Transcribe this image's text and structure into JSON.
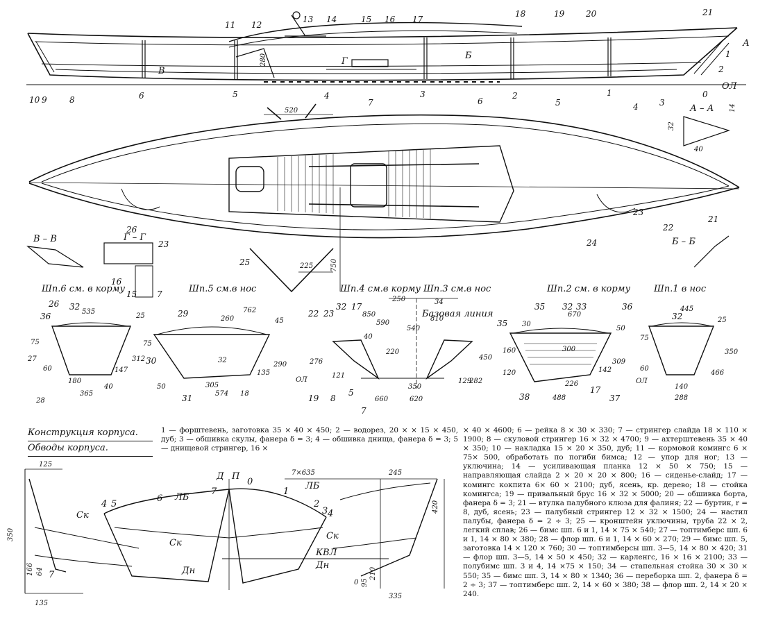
{
  "diagram": {
    "part_numbers": {
      "profile": [
        "1",
        "2",
        "3",
        "4",
        "5",
        "6",
        "7",
        "8",
        "9",
        "10",
        "11",
        "12",
        "13",
        "14",
        "15",
        "16",
        "17",
        "18",
        "19",
        "20",
        "21"
      ],
      "profile_bottom": [
        "10",
        "9",
        "8",
        "6",
        "5",
        "4",
        "7",
        "3",
        "6",
        "2",
        "1",
        "5",
        "4",
        "3",
        "0"
      ],
      "plan": [
        "26",
        "23",
        "25",
        "24",
        "23",
        "22",
        "21",
        "16",
        "15",
        "7"
      ]
    },
    "labels": {
      "sec_aa": "А – А",
      "sec_vv": "В – В",
      "sec_gg": "Г – Г",
      "sec_bb": "Б – Б",
      "ol": "ОЛ",
      "a": "А",
      "b": "Б",
      "v": "В",
      "g": "Г",
      "base_line": "Базовая линия",
      "dl": "ОЛ"
    },
    "frames": {
      "f6": "Шп.6 см. в корму",
      "f5": "Шп.5 см.в нос",
      "f43": "Шп.4 см.в корму   Шп.3 см.в нос",
      "f2": "Шп.2 см. в корму",
      "f1": "Шп.1 в нос"
    },
    "dims": {
      "d280": "280",
      "d520": "520",
      "d14": "14",
      "d32": "32",
      "d40": "40",
      "d225": "225",
      "d750": "750",
      "f6": [
        "535",
        "75",
        "60",
        "27",
        "28",
        "180",
        "365",
        "147",
        "312",
        "40",
        "26",
        "36",
        "25",
        "32"
      ],
      "f5": [
        "762",
        "260",
        "45",
        "75",
        "32",
        "290",
        "135",
        "305",
        "574",
        "18",
        "50",
        "29",
        "30",
        "31"
      ],
      "f43": [
        "250",
        "34",
        "850",
        "590",
        "810",
        "540",
        "450",
        "220",
        "282",
        "129",
        "350",
        "620",
        "660",
        "276",
        "121",
        "22",
        "23",
        "32",
        "17",
        "19",
        "8",
        "5",
        "7",
        "40",
        "ОЛ"
      ],
      "f2": [
        "35",
        "32",
        "670",
        "30",
        "50",
        "160",
        "120",
        "300",
        "309",
        "142",
        "226",
        "488",
        "38",
        "35",
        "36",
        "37",
        "17",
        "33"
      ],
      "f1": [
        "445",
        "32",
        "25",
        "75",
        "350",
        "60",
        "466",
        "140",
        "288",
        "ОЛ"
      ]
    },
    "lines_plan": {
      "top_labels": [
        "125",
        "7×635",
        "245"
      ],
      "d": "Д",
      "p": "П",
      "stations_left": [
        "4",
        "5",
        "6",
        "7"
      ],
      "stations_right": [
        "0",
        "1",
        "2",
        "3",
        "4"
      ],
      "lb": "ЛБ",
      "sk": "Ск",
      "dn": "Дн",
      "kvl": "КВЛ",
      "dims": [
        "350",
        "166",
        "64",
        "7",
        "135",
        "420",
        "210",
        "95",
        "0",
        "335"
      ]
    }
  },
  "caption": {
    "title1": "Конструкция корпуса.",
    "title2": "Обводы корпуса."
  },
  "legend": {
    "left": "1 — форштевень, заготовка 35 × 40 × 450; 2 — водорез, 20 × × 15 × 450, дуб; 3 — обшивка скулы, фанера δ = 3; 4 — обшивка днища, фанера δ = 3; 5 — днищевой стрингер, 16 ×",
    "right": "× 40 × 4600; 6 — рейка 8 × 30 × 330; 7 — стрингер слайда 18 × 110 × 1900; 8 — скуловой стрингер 16 × 32 × 4700; 9 — ахтерштевень 35 × 40 × 350; 10 — накладка 15 × 20 × 350, дуб; 11 — кормовой комингс 6 × 75× 500, обработать по погиби бимса; 12 — упор для ног; 13 — уключина; 14 — усиливающая планка 12 × 50 × 750; 15 — направляющая слайда 2 × 20 × 20 × 800; 16 — сиденье-слайд; 17 — комингс кокпита 6× 60 × 2100; дуб, ясень, кр. дерево; 18 — стойка комингса; 19 — привальный брус 16 × 32 × 5000; 20 — обшивка борта, фанера δ = 3; 21 — втулка палубного клюза для фалиня; 22 — буртик, r = 8, дуб, ясень; 23 — палубный стрингер 12 × 32 × 1500; 24 — настил палубы, фанера δ = 2 ÷ 3; 25 — кронштейн уключины, труба 22 × 2, легкий сплав; 26 — бимс шп. 6 и 1, 14 × 75 × 540; 27 — топтимберс шп. 6 и 1, 14 × 80 × 380; 28 — флор шп. 6 и 1, 14 × 60 × 270; 29 — бимс шп. 5, заготовка 14 × 120 × 760; 30 — топтимберсы шп. 3—5, 14 × 80 × 420; 31 — флор шп. 3—5, 14 × 50 × 450; 32 — карленгс, 16 × 16 × 2100; 33 — полубимс шп. 3 и 4, 14 ×75 × 150; 34 — стапельная стойка 30 × 30 × 550; 35 — бимс шп. 3, 14 × 80 × 1340; 36 — переборка шп. 2, фанера δ = 2 ÷ 3; 37 — топтимберс шп. 2, 14 × 60 × 380; 38 — флор шп. 2, 14 × 20 × 240."
  }
}
